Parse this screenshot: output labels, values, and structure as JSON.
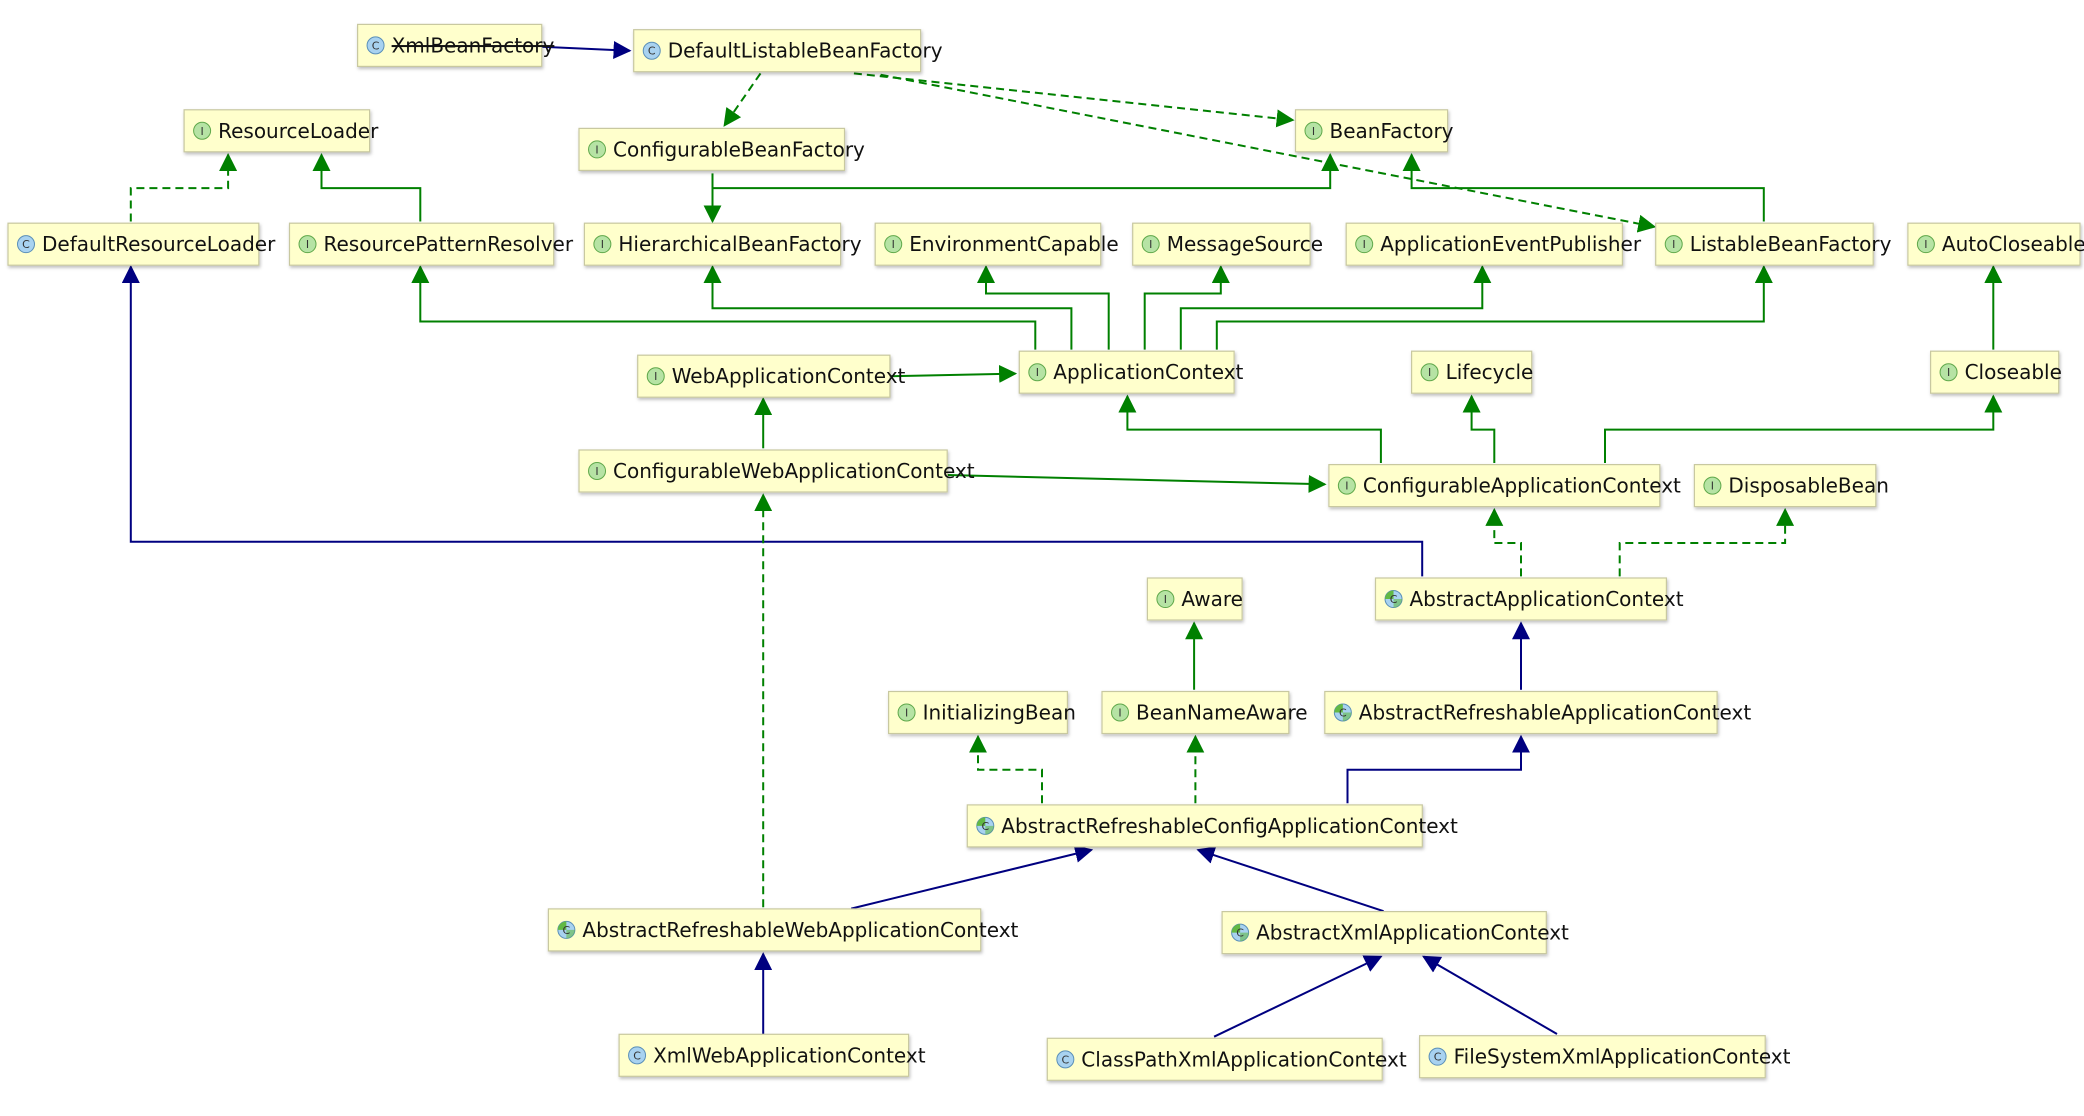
{
  "colors": {
    "box_fill": "#ffffcc",
    "box_border": "#c8c8a0",
    "class_icon": "#a8d2f0",
    "interface_icon": "#b6e3a4",
    "abstract_icon": "#62b944",
    "inherit_edge": "#000080",
    "implement_edge": "#008000"
  },
  "nodes": [
    {
      "id": "XmlBeanFactory",
      "label": "XmlBeanFactory",
      "kind": "class",
      "deprecated": true
    },
    {
      "id": "DefaultListableBeanFactory",
      "label": "DefaultListableBeanFactory",
      "kind": "class"
    },
    {
      "id": "ResourceLoader",
      "label": "ResourceLoader",
      "kind": "interface"
    },
    {
      "id": "ConfigurableBeanFactory",
      "label": "ConfigurableBeanFactory",
      "kind": "interface"
    },
    {
      "id": "BeanFactory",
      "label": "BeanFactory",
      "kind": "interface"
    },
    {
      "id": "DefaultResourceLoader",
      "label": "DefaultResourceLoader",
      "kind": "class"
    },
    {
      "id": "ResourcePatternResolver",
      "label": "ResourcePatternResolver",
      "kind": "interface"
    },
    {
      "id": "HierarchicalBeanFactory",
      "label": "HierarchicalBeanFactory",
      "kind": "interface"
    },
    {
      "id": "EnvironmentCapable",
      "label": "EnvironmentCapable",
      "kind": "interface"
    },
    {
      "id": "MessageSource",
      "label": "MessageSource",
      "kind": "interface"
    },
    {
      "id": "ApplicationEventPublisher",
      "label": "ApplicationEventPublisher",
      "kind": "interface"
    },
    {
      "id": "ListableBeanFactory",
      "label": "ListableBeanFactory",
      "kind": "interface"
    },
    {
      "id": "AutoCloseable",
      "label": "AutoCloseable",
      "kind": "interface"
    },
    {
      "id": "WebApplicationContext",
      "label": "WebApplicationContext",
      "kind": "interface"
    },
    {
      "id": "ApplicationContext",
      "label": "ApplicationContext",
      "kind": "interface"
    },
    {
      "id": "Lifecycle",
      "label": "Lifecycle",
      "kind": "interface"
    },
    {
      "id": "Closeable",
      "label": "Closeable",
      "kind": "interface"
    },
    {
      "id": "ConfigurableWebApplicationContext",
      "label": "ConfigurableWebApplicationContext",
      "kind": "interface"
    },
    {
      "id": "ConfigurableApplicationContext",
      "label": "ConfigurableApplicationContext",
      "kind": "interface"
    },
    {
      "id": "DisposableBean",
      "label": "DisposableBean",
      "kind": "interface"
    },
    {
      "id": "Aware",
      "label": "Aware",
      "kind": "interface"
    },
    {
      "id": "AbstractApplicationContext",
      "label": "AbstractApplicationContext",
      "kind": "abstract"
    },
    {
      "id": "InitializingBean",
      "label": "InitializingBean",
      "kind": "interface"
    },
    {
      "id": "BeanNameAware",
      "label": "BeanNameAware",
      "kind": "interface"
    },
    {
      "id": "AbstractRefreshableApplicationContext",
      "label": "AbstractRefreshableApplicationContext",
      "kind": "abstract"
    },
    {
      "id": "AbstractRefreshableConfigApplicationContext",
      "label": "AbstractRefreshableConfigApplicationContext",
      "kind": "abstract"
    },
    {
      "id": "AbstractRefreshableWebApplicationContext",
      "label": "AbstractRefreshableWebApplicationContext",
      "kind": "abstract"
    },
    {
      "id": "AbstractXmlApplicationContext",
      "label": "AbstractXmlApplicationContext",
      "kind": "abstract"
    },
    {
      "id": "XmlWebApplicationContext",
      "label": "XmlWebApplicationContext",
      "kind": "class"
    },
    {
      "id": "ClassPathXmlApplicationContext",
      "label": "ClassPathXmlApplicationContext",
      "kind": "class"
    },
    {
      "id": "FileSystemXmlApplicationContext",
      "label": "FileSystemXmlApplicationContext",
      "kind": "class"
    }
  ],
  "edges": [
    {
      "from": "XmlBeanFactory",
      "to": "DefaultListableBeanFactory",
      "type": "extends"
    },
    {
      "from": "DefaultListableBeanFactory",
      "to": "ConfigurableBeanFactory",
      "type": "implements"
    },
    {
      "from": "DefaultListableBeanFactory",
      "to": "BeanFactory",
      "type": "implements"
    },
    {
      "from": "DefaultListableBeanFactory",
      "to": "ListableBeanFactory",
      "type": "implements"
    },
    {
      "from": "DefaultResourceLoader",
      "to": "ResourceLoader",
      "type": "implements"
    },
    {
      "from": "ResourcePatternResolver",
      "to": "ResourceLoader",
      "type": "extends-interface"
    },
    {
      "from": "ConfigurableBeanFactory",
      "to": "HierarchicalBeanFactory",
      "type": "extends-interface"
    },
    {
      "from": "HierarchicalBeanFactory",
      "to": "BeanFactory",
      "type": "extends-interface"
    },
    {
      "from": "ListableBeanFactory",
      "to": "BeanFactory",
      "type": "extends-interface"
    },
    {
      "from": "ApplicationContext",
      "to": "ResourcePatternResolver",
      "type": "extends-interface"
    },
    {
      "from": "ApplicationContext",
      "to": "HierarchicalBeanFactory",
      "type": "extends-interface"
    },
    {
      "from": "ApplicationContext",
      "to": "EnvironmentCapable",
      "type": "extends-interface"
    },
    {
      "from": "ApplicationContext",
      "to": "MessageSource",
      "type": "extends-interface"
    },
    {
      "from": "ApplicationContext",
      "to": "ApplicationEventPublisher",
      "type": "extends-interface"
    },
    {
      "from": "ApplicationContext",
      "to": "ListableBeanFactory",
      "type": "extends-interface"
    },
    {
      "from": "WebApplicationContext",
      "to": "ApplicationContext",
      "type": "extends-interface"
    },
    {
      "from": "ConfigurableWebApplicationContext",
      "to": "WebApplicationContext",
      "type": "extends-interface"
    },
    {
      "from": "ConfigurableWebApplicationContext",
      "to": "ConfigurableApplicationContext",
      "type": "extends-interface"
    },
    {
      "from": "ConfigurableApplicationContext",
      "to": "ApplicationContext",
      "type": "extends-interface"
    },
    {
      "from": "ConfigurableApplicationContext",
      "to": "Lifecycle",
      "type": "extends-interface"
    },
    {
      "from": "ConfigurableApplicationContext",
      "to": "Closeable",
      "type": "extends-interface"
    },
    {
      "from": "Closeable",
      "to": "AutoCloseable",
      "type": "extends-interface"
    },
    {
      "from": "AbstractApplicationContext",
      "to": "DefaultResourceLoader",
      "type": "extends"
    },
    {
      "from": "AbstractApplicationContext",
      "to": "ConfigurableApplicationContext",
      "type": "implements"
    },
    {
      "from": "AbstractApplicationContext",
      "to": "DisposableBean",
      "type": "implements"
    },
    {
      "from": "BeanNameAware",
      "to": "Aware",
      "type": "extends-interface"
    },
    {
      "from": "AbstractRefreshableApplicationContext",
      "to": "AbstractApplicationContext",
      "type": "extends"
    },
    {
      "from": "AbstractRefreshableConfigApplicationContext",
      "to": "InitializingBean",
      "type": "implements"
    },
    {
      "from": "AbstractRefreshableConfigApplicationContext",
      "to": "BeanNameAware",
      "type": "implements"
    },
    {
      "from": "AbstractRefreshableConfigApplicationContext",
      "to": "AbstractRefreshableApplicationContext",
      "type": "extends"
    },
    {
      "from": "AbstractRefreshableWebApplicationContext",
      "to": "AbstractRefreshableConfigApplicationContext",
      "type": "extends"
    },
    {
      "from": "AbstractRefreshableWebApplicationContext",
      "to": "ConfigurableWebApplicationContext",
      "type": "implements"
    },
    {
      "from": "AbstractXmlApplicationContext",
      "to": "AbstractRefreshableConfigApplicationContext",
      "type": "extends"
    },
    {
      "from": "XmlWebApplicationContext",
      "to": "AbstractRefreshableWebApplicationContext",
      "type": "extends"
    },
    {
      "from": "ClassPathXmlApplicationContext",
      "to": "AbstractXmlApplicationContext",
      "type": "extends"
    },
    {
      "from": "FileSystemXmlApplicationContext",
      "to": "AbstractXmlApplicationContext",
      "type": "extends"
    }
  ]
}
